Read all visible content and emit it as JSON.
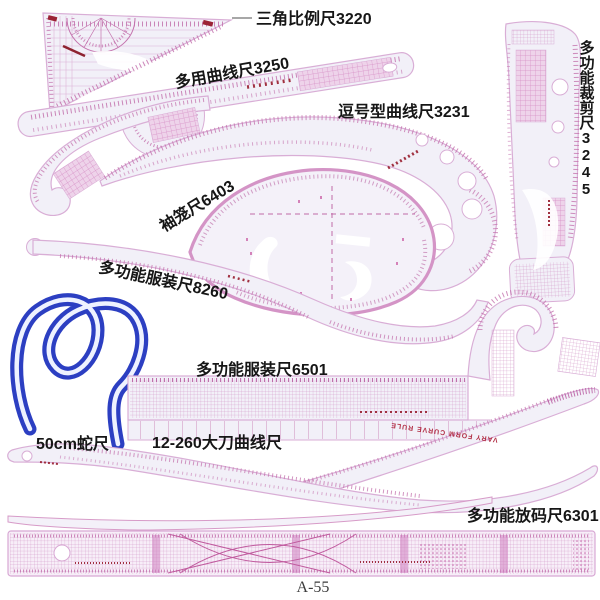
{
  "photo": {
    "type": "product-photo-of-sewing-ruler-set",
    "background": "#ffffff",
    "caption": "A-55"
  },
  "colors": {
    "ruler_body": "#f2f0f8",
    "ruler_outline": "#d9aed6",
    "marking_pink": "#c473ae",
    "marking_deep_pink": "#b5549c",
    "grid_patch": "#eed3ea",
    "accent_red": "#9b2335",
    "snake_blue": "#2c3fc2",
    "snake_stripe": "#eef2ff",
    "label_text": "#161616"
  },
  "labels": [
    {
      "id": "triangle-scale-ruler",
      "text": "三角比例尺3220"
    },
    {
      "id": "multi-curve-ruler",
      "text": "多用曲线尺3250"
    },
    {
      "id": "comma-curve-ruler",
      "text": "逗号型曲线尺3231"
    },
    {
      "id": "multi-cutting-ruler",
      "text": "多功能裁剪尺3245"
    },
    {
      "id": "armhole-ruler",
      "text": "袖笼尺6403"
    },
    {
      "id": "garment-ruler-8260",
      "text": "多功能服装尺8260"
    },
    {
      "id": "garment-ruler-6501",
      "text": "多功能服装尺6501"
    },
    {
      "id": "snake-ruler",
      "text": "50cm蛇尺"
    },
    {
      "id": "big-knife-curve-ruler",
      "text": "12-260大刀曲线尺"
    },
    {
      "id": "grading-ruler",
      "text": "多功能放码尺6301"
    }
  ],
  "inscriptions": {
    "hip_curve": "VARY FORM CURVE RULE"
  },
  "caption": "A-55"
}
